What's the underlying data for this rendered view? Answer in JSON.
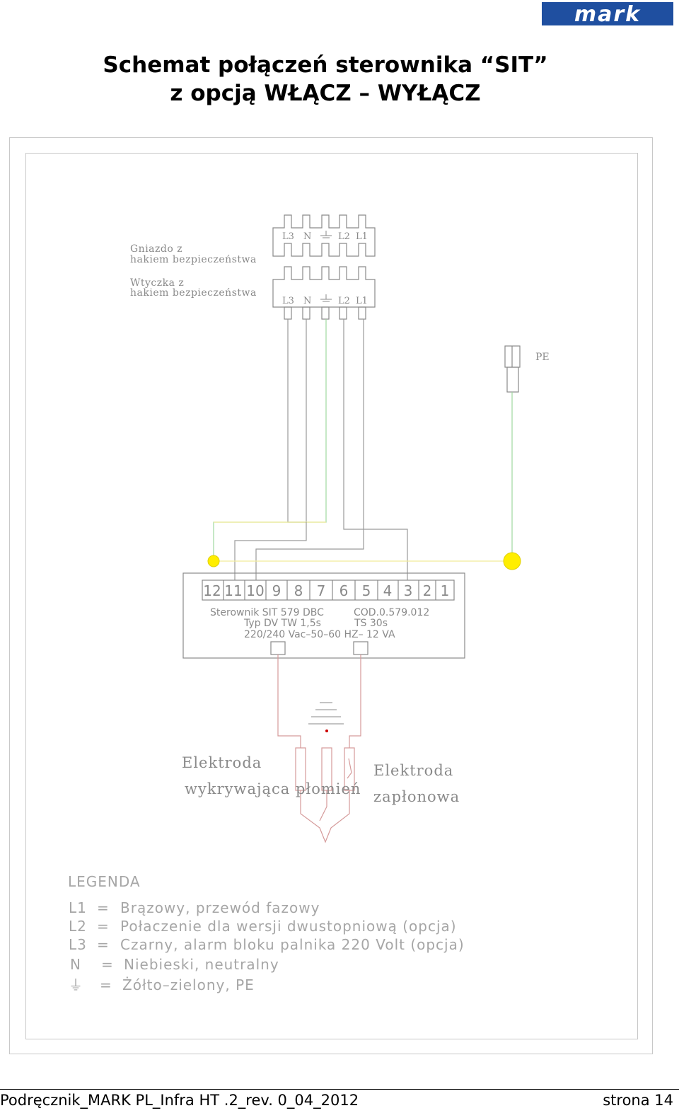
{
  "header": {
    "logo_text": "mark",
    "title_line1": "Schemat połączeń sterownika “SIT”",
    "title_line2": "z opcją WŁĄCZ – WYŁĄCZ"
  },
  "diagram": {
    "socket_label_line1": "Gniazdo  z",
    "socket_label_line2": "hakiem  bezpieczeństwa",
    "plug_label_line1": "Wtyczka  z",
    "plug_label_line2": "hakiem  bezpieczeństwa",
    "socket_pins": [
      "L3",
      "N",
      "L2",
      "L1"
    ],
    "plug_pins": [
      "L3",
      "N",
      "L2",
      "L1"
    ],
    "pe_label": "PE",
    "terminals": [
      "12",
      "11",
      "10",
      "9",
      "8",
      "7",
      "6",
      "5",
      "4",
      "3",
      "2",
      "1"
    ],
    "controller_line1_a": "Sterownik  SIT  579  DBC",
    "controller_line1_b": "COD.0.579.012",
    "controller_line2_a": "Typ  DV     TW  1,5s",
    "controller_line2_b": "TS  30s",
    "controller_line3": "220/240  Vac–50–60  HZ–   12  VA",
    "electrode_detect_line1": "Elektroda",
    "electrode_detect_line2": "wykrywająca  płomień",
    "electrode_ignite_line1": "Elektroda",
    "electrode_ignite_line2": "zapłonowa"
  },
  "legend": {
    "title": "LEGENDA",
    "rows": [
      {
        "key": "L1",
        "eq": "=",
        "desc": "Brązowy,  przewód  fazowy"
      },
      {
        "key": "L2",
        "eq": "=",
        "desc": "Połaczenie  dla  wersji  dwustopniową  (opcja)"
      },
      {
        "key": "L3",
        "eq": "=",
        "desc": "Czarny,  alarm  bloku  palnika  220  Volt  (opcja)"
      },
      {
        "key": "N",
        "eq": "=",
        "desc": "Niebieski,  neutralny"
      },
      {
        "key": "⏚",
        "eq": "=",
        "desc": "Żółto–zielony,  PE"
      }
    ]
  },
  "footer": {
    "left": "Podręcznik_MARK PL_Infra HT  .2_rev. 0_04_2012",
    "right": "strona 14"
  },
  "colors": {
    "logo_blue": "#1f4fa0",
    "wire_gray": "#808080",
    "wire_green": "#8fdc8f",
    "wire_yellow": "#f4f0a0",
    "node_yellow": "#ffee00",
    "electrode_red": "#d59a9a",
    "dot_red": "#cc0000",
    "text_gray": "#8a8a8a"
  }
}
